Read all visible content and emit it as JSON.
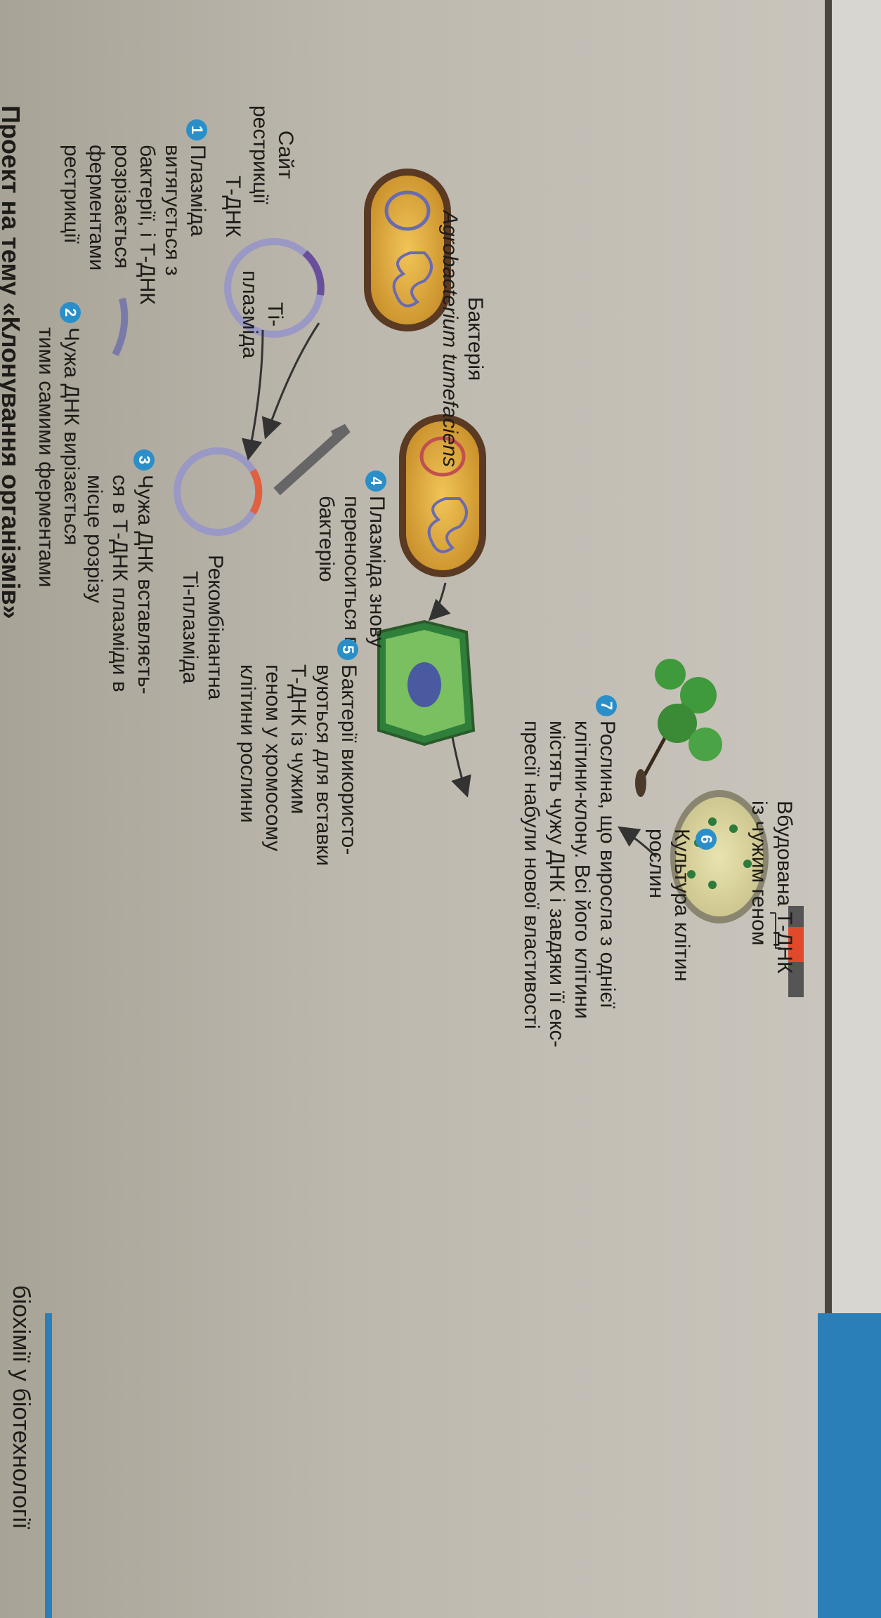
{
  "bacterium_label": {
    "line1": "Бактерія",
    "line2": "Agrobacterium tumefaciens"
  },
  "labels": {
    "site": [
      "Сайт",
      "рестрикції"
    ],
    "tdna": "Т-ДНК",
    "ti_plasmid": [
      "Ті-",
      "плазміда"
    ],
    "recombinant": [
      "Рекомбінантна",
      "Ті-плазміда"
    ],
    "embedded": [
      "Вбудована Т-ДНК",
      "із чужим геном"
    ]
  },
  "steps": [
    {
      "num": "1",
      "lines": [
        "Плазміда",
        "витягується з",
        "бактерії, і Т-ДНК",
        "розрізається",
        "ферментами",
        "рестрикції"
      ]
    },
    {
      "num": "2",
      "lines": [
        "Чужа ДНК вирізається",
        "тими самими ферментами"
      ]
    },
    {
      "num": "3",
      "lines": [
        "Чужа ДНК вставляєть-",
        "ся в Т-ДНК плазміди в",
        "місце розрізу"
      ]
    },
    {
      "num": "4",
      "lines": [
        "Плазміда знову",
        "переноситься в",
        "бактерію"
      ]
    },
    {
      "num": "5",
      "lines": [
        "Бактерії використо-",
        "вуються для вставки",
        "Т-ДНК із чужим",
        "геном у хромосому",
        "клітини рослини"
      ]
    },
    {
      "num": "6",
      "lines": [
        "Культура клітин",
        "рослин"
      ]
    },
    {
      "num": "7",
      "lines": [
        "Рослина, що виросла з однієї",
        "клітини-клону. Всі його клітини",
        "містять чужу ДНК і завдяки її екс-",
        "пресії набули нової властивості"
      ]
    }
  ],
  "heading": "Проект на тему «Клонування організмів»",
  "footer": "біохімії у біотехнології",
  "colors": {
    "accent": "#2a8fc9",
    "bacteria": "#d9a43a",
    "plant": "#3f9a3c"
  }
}
